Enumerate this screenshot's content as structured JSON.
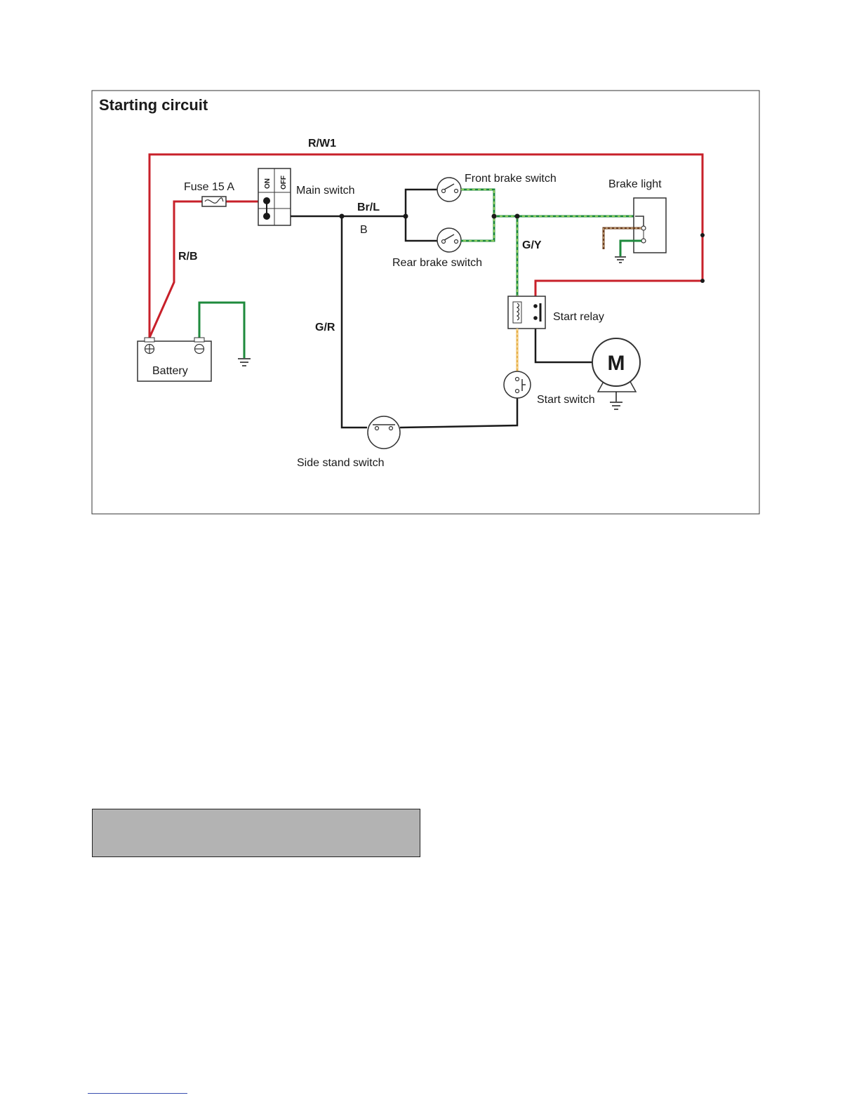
{
  "diagram": {
    "title": "Starting circuit",
    "components": {
      "fuse": "Fuse 15 A",
      "main_switch": "Main switch",
      "main_switch_on": "ON",
      "main_switch_off": "OFF",
      "front_brake_switch": "Front brake switch",
      "rear_brake_switch": "Rear brake switch",
      "brake_light": "Brake light",
      "start_relay": "Start relay",
      "battery": "Battery",
      "start_switch": "Start switch",
      "side_stand_switch": "Side stand switch",
      "motor": "M"
    },
    "wires": {
      "rw1": "R/W1",
      "rb": "R/B",
      "brl": "Br/L",
      "b": "B",
      "gy": "G/Y",
      "gr": "G/R"
    },
    "colors": {
      "red_wire": "#c8202a",
      "green_wire": "#1e8a3c",
      "black_wire": "#1a1a1a",
      "yellow_wire": "#e8b04a",
      "light_green_dash": "#a8e060",
      "brown_wire": "#6b3d1e",
      "gray_box": "#b3b3b3"
    }
  }
}
